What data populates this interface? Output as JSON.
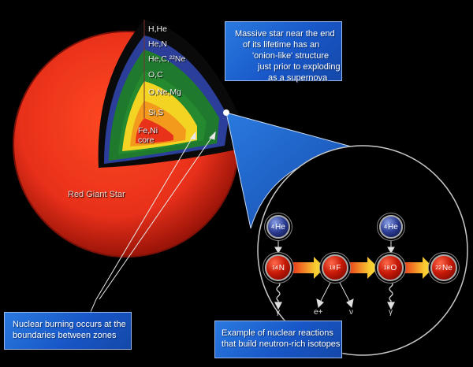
{
  "star": {
    "label": "Red Giant Star",
    "zones": [
      {
        "label": "H,He",
        "color": "#0a0a0a"
      },
      {
        "label": "He,N",
        "color": "#2b3f9a"
      },
      {
        "label": "He,C,²²Ne",
        "color": "#1f7a2e"
      },
      {
        "label": "O,C",
        "color": "#24892f"
      },
      {
        "label": "O,Ne,Mg",
        "color": "#f4d422"
      },
      {
        "label": "Si,S",
        "color": "#f39a1c"
      },
      {
        "label": "Fe,Ni",
        "color": "#e8321a"
      },
      {
        "label": "core",
        "color": "#e8321a"
      }
    ],
    "surface_color": "#e8301a"
  },
  "callouts": {
    "onion": {
      "lines": [
        "Massive star near the end",
        "of its lifetime has an",
        "'onion-like' structure",
        "just prior to exploding",
        "as a supernova"
      ]
    },
    "burning": {
      "lines": [
        "Nuclear burning occurs at the",
        "boundaries between zones"
      ]
    },
    "reactions": {
      "lines": [
        "Example of nuclear reactions",
        "that build neutron-rich isotopes"
      ]
    }
  },
  "reaction_chain": {
    "helium_inputs": [
      {
        "mass": "4",
        "symbol": "He"
      },
      {
        "mass": "4",
        "symbol": "He"
      }
    ],
    "nuclei": [
      {
        "mass": "14",
        "symbol": "N"
      },
      {
        "mass": "18",
        "symbol": "F"
      },
      {
        "mass": "18",
        "symbol": "O"
      },
      {
        "mass": "22",
        "symbol": "Ne"
      }
    ],
    "emissions": [
      "γ",
      "e+",
      "ν",
      "γ"
    ]
  },
  "colors": {
    "callout_blue": "#1e64d2",
    "arrow_yellow": "#f8e23a",
    "arrow_red": "#e8321a",
    "background": "#000000"
  }
}
